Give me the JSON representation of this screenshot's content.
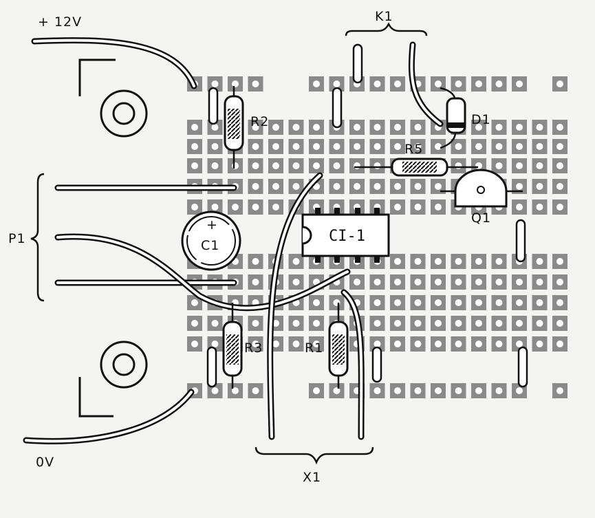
{
  "labels": {
    "supply_plus": "+ 12V",
    "supply_zero": "0V",
    "relay": "K1",
    "diode": "D1",
    "res2": "R2",
    "res5": "R5",
    "res3": "R3",
    "res1": "R1",
    "transistor": "Q1",
    "ic": "CI-1",
    "cap": "C1",
    "cap_polarity": "+",
    "pot": "P1",
    "output": "X1"
  },
  "colors": {
    "ink": "#111111",
    "pad": "#8a8a8a",
    "pad_hole": "#ffffff",
    "paper": "#f4f4f2"
  }
}
